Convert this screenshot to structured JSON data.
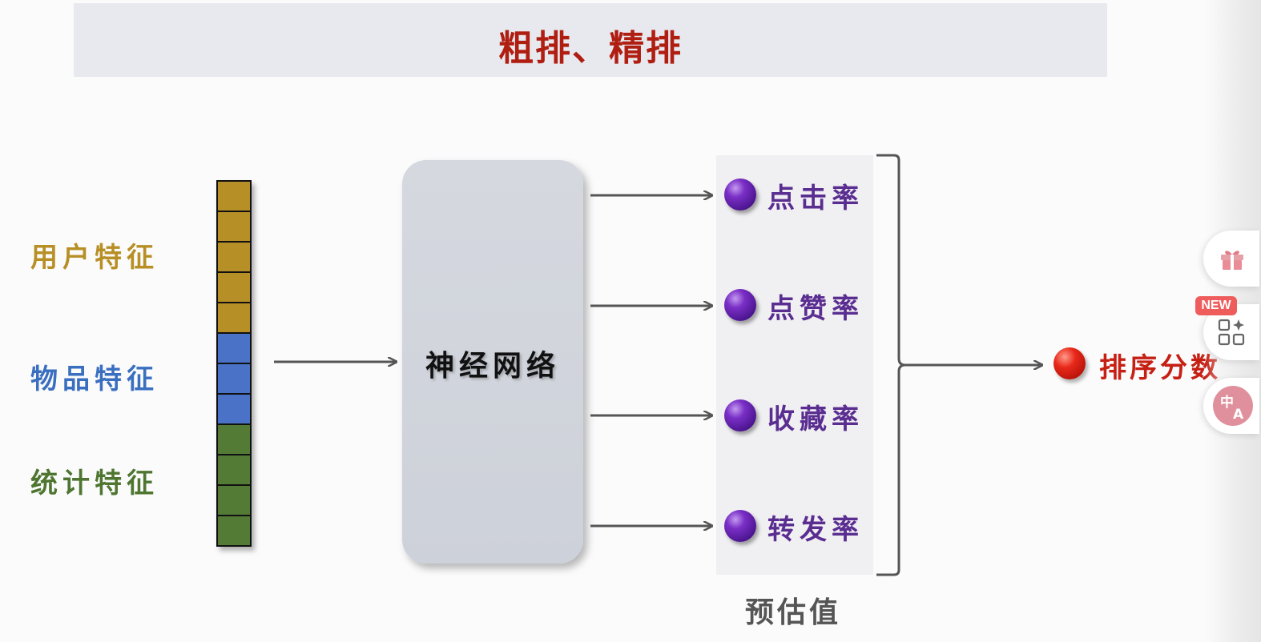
{
  "title": "粗排、精排",
  "features": {
    "user": "用户特征",
    "item": "物品特征",
    "stat": "统计特征"
  },
  "vector_cells": {
    "user_count": 5,
    "item_count": 3,
    "stat_count": 4
  },
  "network": {
    "label": "神经网络"
  },
  "predictions": [
    {
      "label": "点击率"
    },
    {
      "label": "点赞率"
    },
    {
      "label": "收藏率"
    },
    {
      "label": "转发率"
    }
  ],
  "predictions_caption": "预估值",
  "output": {
    "label": "排序分数"
  },
  "side_toolbar": {
    "new_badge": "NEW",
    "gift_icon": "gift-icon",
    "apps_icon": "apps-icon",
    "translate_icon": "translate-icon"
  },
  "colors": {
    "user": "#b78f25",
    "item": "#3a6fc0",
    "stat": "#4f7631",
    "title": "#b01e12",
    "prediction_text": "#5a2d91",
    "output_text": "#c62014"
  }
}
